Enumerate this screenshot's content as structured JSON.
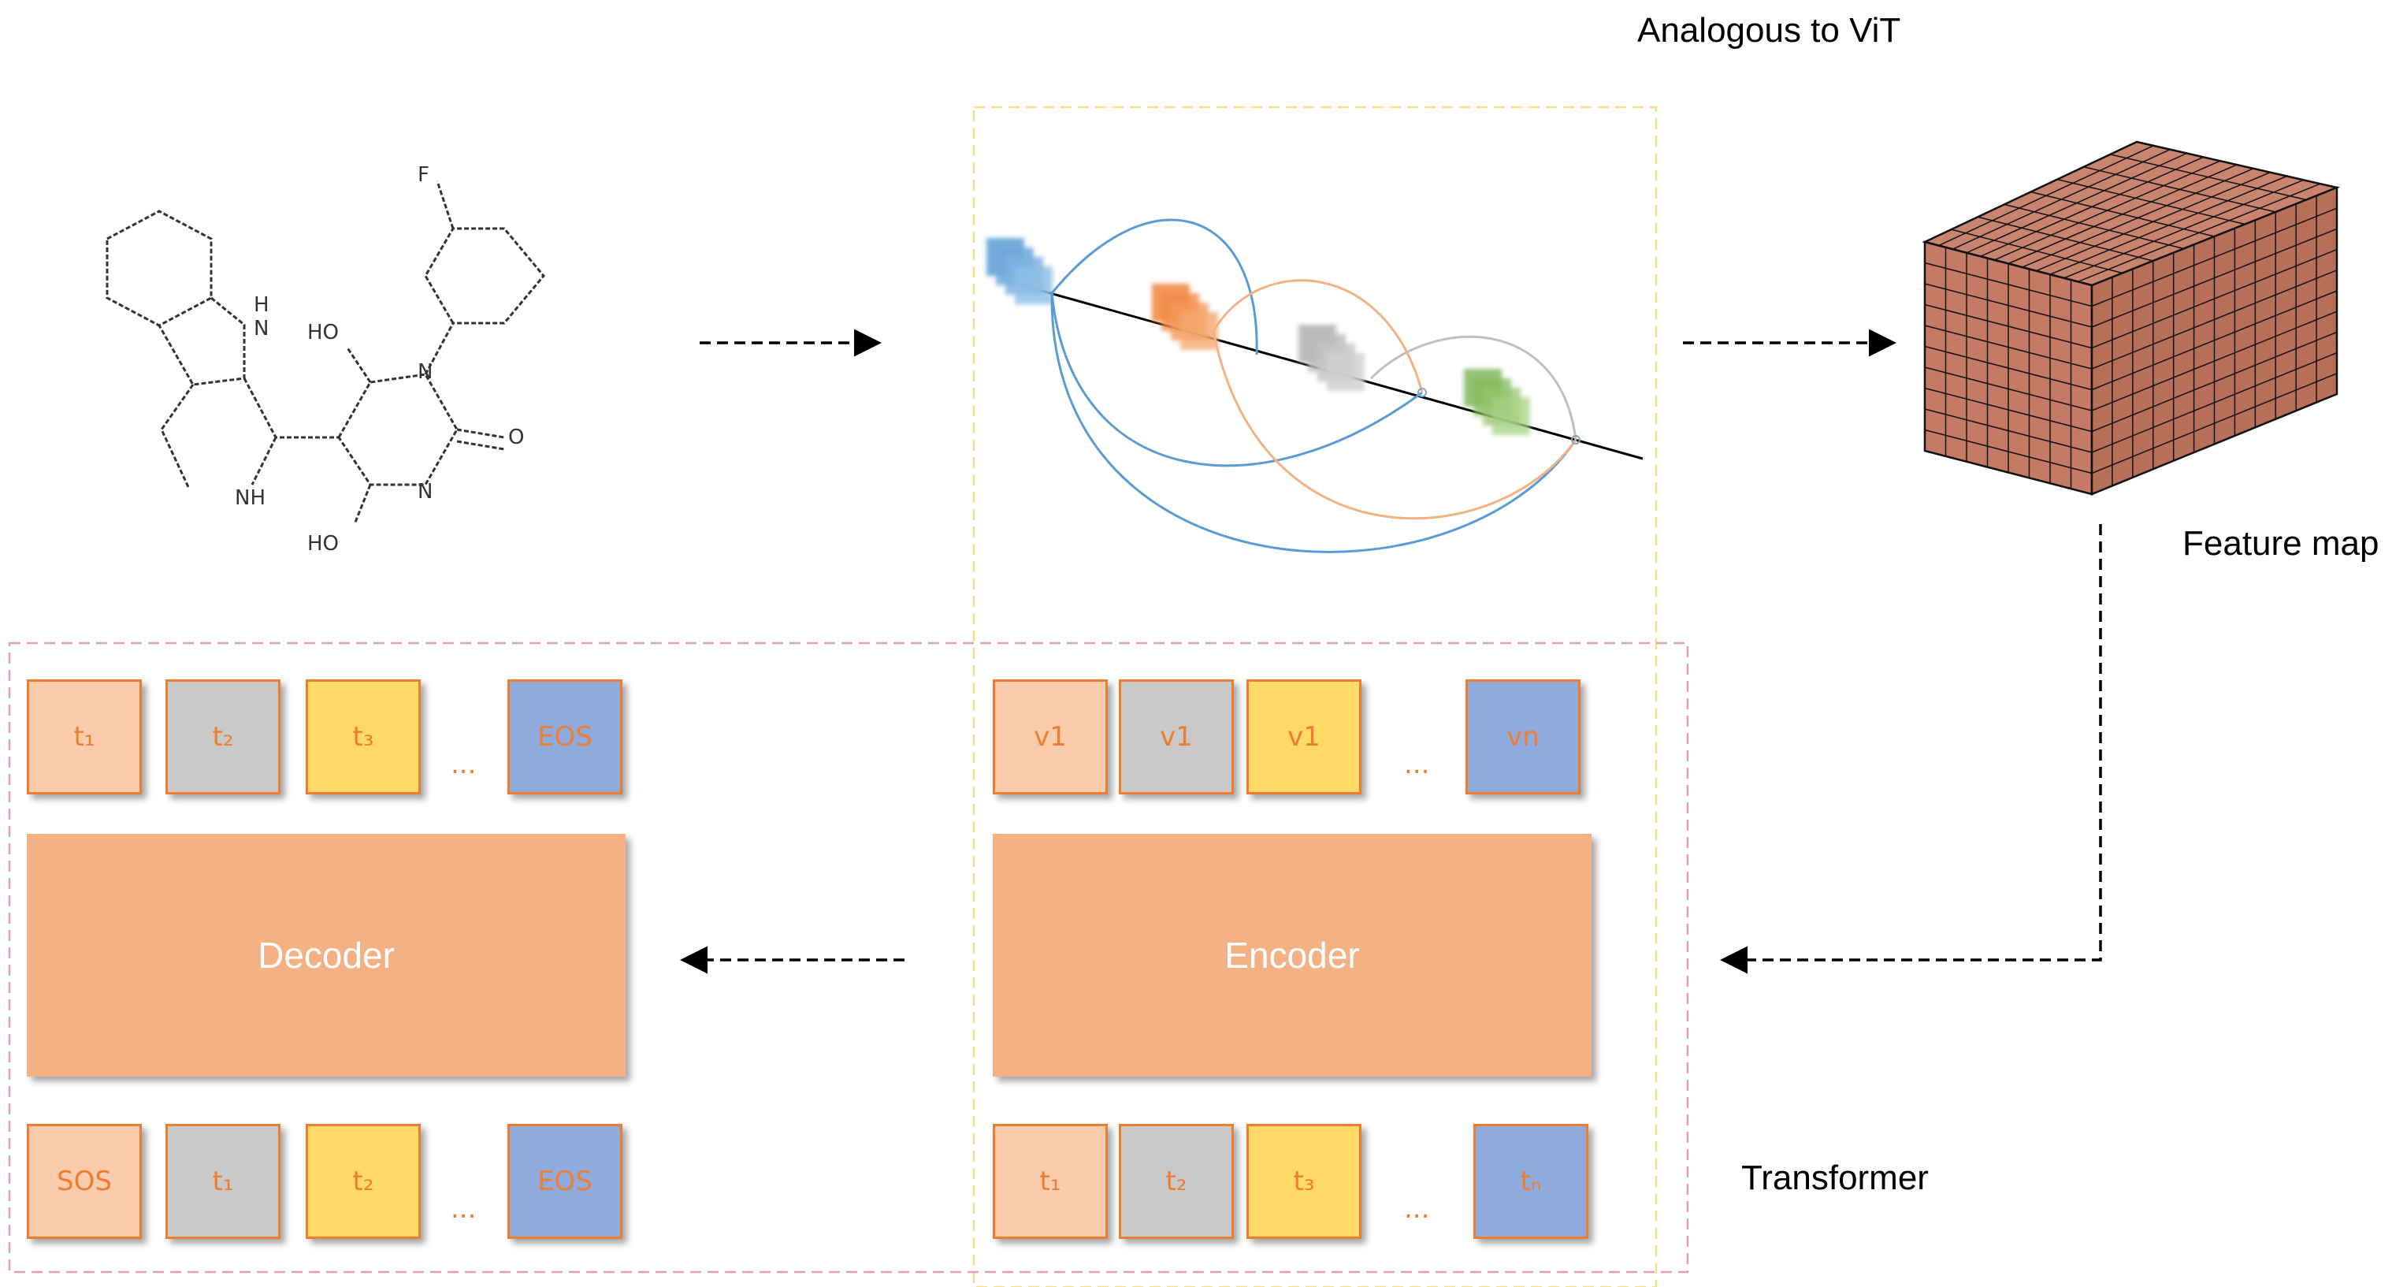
{
  "labels": {
    "vit": "Analogous to ViT",
    "feature_map": "Feature map",
    "transformer": "Transformer"
  },
  "molecule": {
    "atoms": [
      "F",
      "H",
      "N",
      "HO",
      "N",
      "O",
      "N",
      "NH",
      "HO"
    ]
  },
  "decoder": {
    "name": "Decoder",
    "outputs": [
      "t₁",
      "t₂",
      "t₃",
      "...",
      "EOS"
    ],
    "inputs": [
      "SOS",
      "t₁",
      "t₂",
      "...",
      "EOS"
    ]
  },
  "encoder": {
    "name": "Encoder",
    "outputs": [
      "v1",
      "v1",
      "v1",
      "...",
      "vn"
    ],
    "inputs": [
      "t₁",
      "t₂",
      "t₃",
      "...",
      "tₙ"
    ]
  },
  "colors": {
    "token_border": "#ed7d31",
    "block": "#f4b183",
    "peach": "#f8cbad",
    "gray": "#c9c9c9",
    "yellow": "#ffd966",
    "blue": "#8faadc",
    "cube": "#c47a64",
    "vit_box": "#f5e08a",
    "transformer_box": "#e6a0b4"
  }
}
